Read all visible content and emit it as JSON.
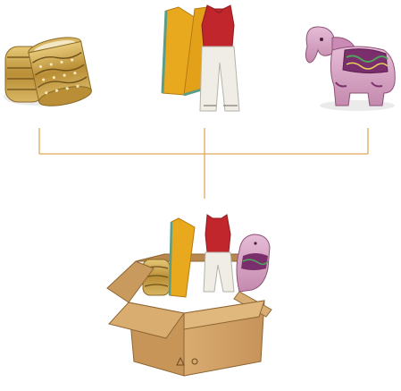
{
  "diagram": {
    "items": [
      {
        "name": "bangles",
        "icon": "gold-bangles-icon"
      },
      {
        "name": "dress",
        "icon": "dupatta-salwar-kameez-icon"
      },
      {
        "name": "elephant",
        "icon": "pink-elephant-figurine-icon"
      }
    ],
    "result": {
      "name": "packed-box",
      "icon": "cardboard-box-icon"
    },
    "colors": {
      "connector": "#E1A85B",
      "gold": "#C9A24A",
      "gold_dark": "#8A6A24",
      "saffron": "#E9A91E",
      "teal": "#5B9E87",
      "red": "#C0262B",
      "cream": "#EFEDE5",
      "pink": "#D9A6C4",
      "purple": "#7A2E6C",
      "green": "#4FA35A",
      "cardboard": "#D3A468",
      "cardboard_dark": "#B8874D"
    }
  }
}
